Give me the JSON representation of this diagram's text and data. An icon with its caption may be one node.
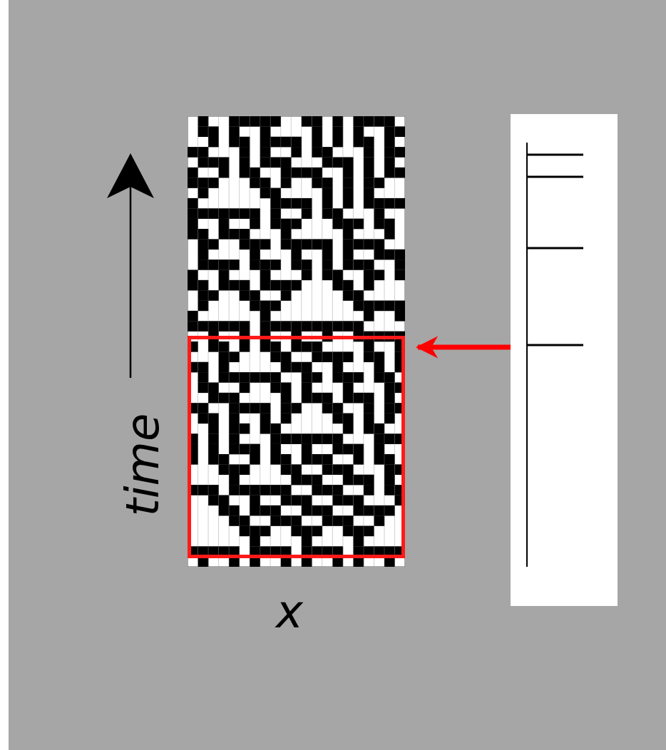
{
  "diagram": {
    "nodes": [
      {
        "text": [],
        "shape": "picture"
      },
      {
        "text": [],
        "shape": "box",
        "in": 0
      },
      {
        "text": [],
        "shape": "picture"
      }
    ],
    "edges": [
      {
        "from": 2,
        "to": 1,
        "arrow": "to",
        "color": "#ff0000"
      }
    ],
    "labels": [
      "time",
      "x"
    ]
  }
}
